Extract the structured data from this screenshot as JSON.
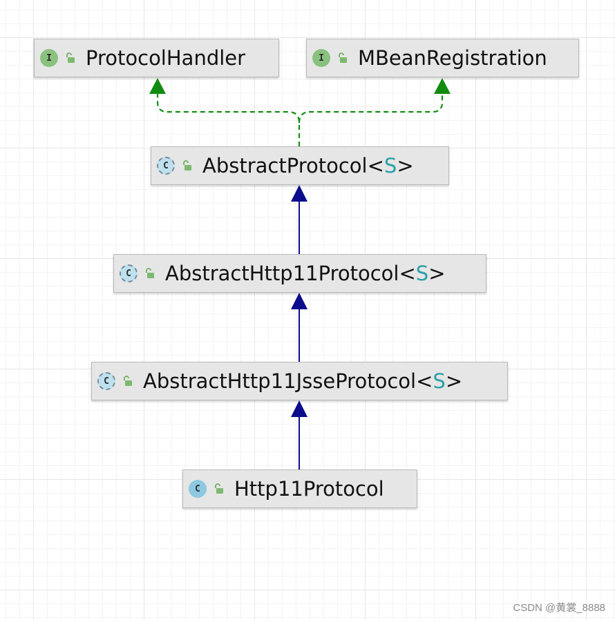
{
  "nodes": {
    "protocol_handler": {
      "kind": "I",
      "name": "ProtocolHandler",
      "type_param": ""
    },
    "mbean_registration": {
      "kind": "I",
      "name": "MBeanRegistration",
      "type_param": ""
    },
    "abstract_protocol": {
      "kind": "C",
      "name": "AbstractProtocol",
      "type_param": "S"
    },
    "abstract_http11_protocol": {
      "kind": "C",
      "name": "AbstractHttp11Protocol",
      "type_param": "S"
    },
    "abstract_http11_jsse_protocol": {
      "kind": "C",
      "name": "AbstractHttp11JsseProtocol",
      "type_param": "S"
    },
    "http11_protocol": {
      "kind": "C",
      "name": "Http11Protocol",
      "type_param": ""
    }
  },
  "colors": {
    "implements_edge": "#118c11",
    "extends_edge": "#0c0c8c",
    "interface_badge": "#8ac17e",
    "class_badge": "#8dc9e0",
    "type_param": "#2aa0a8"
  },
  "watermark": "CSDN @黄裳_8888"
}
